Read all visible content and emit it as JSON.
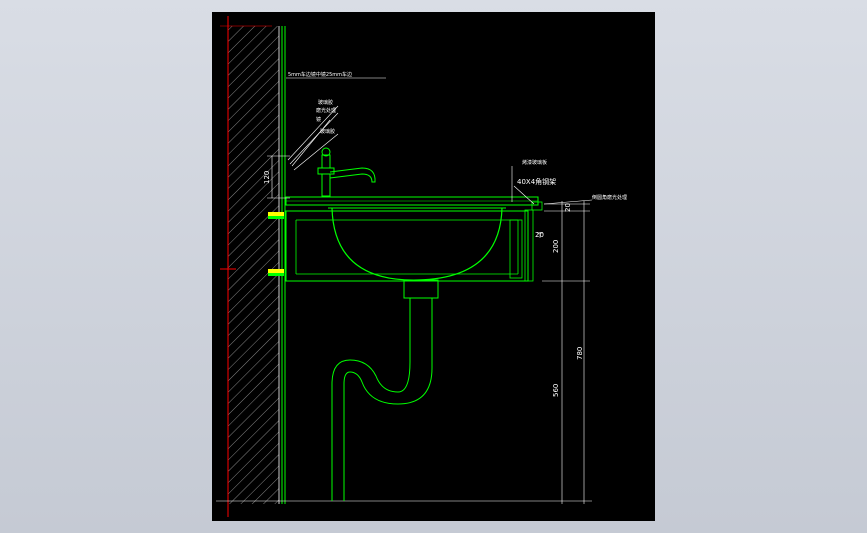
{
  "drawing": {
    "annotations": {
      "wall_finish": "5mm车边镜中镜25mm车边",
      "silicone_top": "玻璃胶",
      "glass_edge": "磨光处理",
      "mirror": "镜",
      "silicone_bottom": "玻璃胶",
      "counter_top": "烤漆玻璃板",
      "steel_frame": "40X4角钢架",
      "counter_edge": "倒圆角磨光处理"
    },
    "dimensions": {
      "faucet_height": "120",
      "counter_edge_thickness": "20",
      "apron_gap": "20",
      "apron_height": "200",
      "total_height": "780",
      "floor_to_frame": "560"
    },
    "colors": {
      "background": "#000000",
      "outline": "#00ff00",
      "yellow": "#ffff00",
      "dimension": "#ffffff",
      "axis": "#ff0000"
    }
  }
}
